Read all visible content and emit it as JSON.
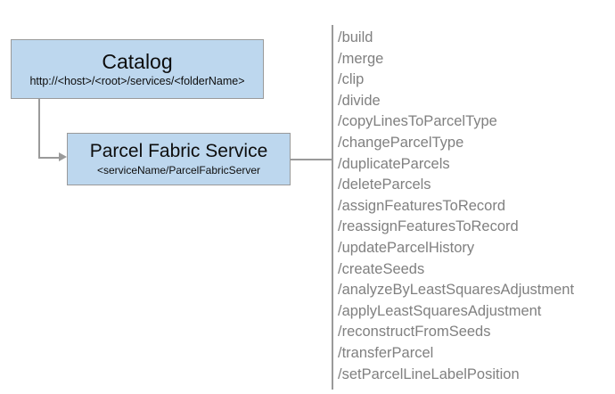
{
  "diagram": {
    "type": "architecture-flow",
    "nodes": [
      {
        "id": "catalog",
        "title": "Catalog",
        "subtitle": "http://<host>/<root>/services/<folderName>"
      },
      {
        "id": "parcel-fabric-service",
        "title": "Parcel Fabric Service",
        "subtitle": "<serviceName/ParcelFabricServer"
      }
    ],
    "colors": {
      "node_fill": "#bdd7ee",
      "node_border": "#9a9a9a",
      "connector": "#9a9a9a",
      "operation_text": "#808080",
      "node_text": "#0d0d0d",
      "background": "#ffffff"
    }
  },
  "operations": {
    "items": [
      "/build",
      "/merge",
      "/clip",
      "/divide",
      "/copyLinesToParcelType",
      "/changeParcelType",
      "/duplicateParcels",
      "/deleteParcels",
      "/assignFeaturesToRecord",
      "/reassignFeaturesToRecord",
      "/updateParcelHistory",
      "/createSeeds",
      "/analyzeByLeastSquaresAdjustment",
      "/applyLeastSquaresAdjustment",
      "/reconstructFromSeeds",
      "/transferParcel",
      "/setParcelLineLabelPosition"
    ]
  }
}
